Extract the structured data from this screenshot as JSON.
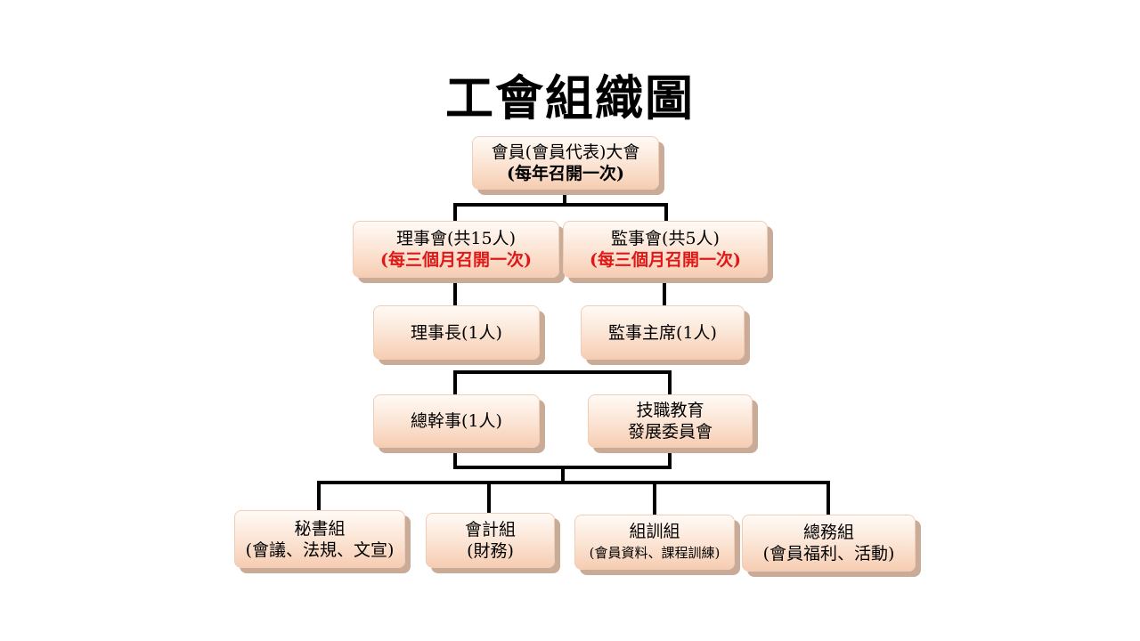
{
  "title": "工會組織圖",
  "nodes": {
    "assembly": {
      "line1": "會員(會員代表)大會",
      "line2": "(每年召開一次)"
    },
    "board": {
      "line1": "理事會(共15人)",
      "line2": "(每三個月召開一次)"
    },
    "supervisors": {
      "line1": "監事會(共5人)",
      "line2": "(每三個月召開一次)"
    },
    "chairman": {
      "line1": "理事長(1人)"
    },
    "chief_supervisor": {
      "line1": "監事主席(1人)"
    },
    "secretary_general": {
      "line1": "總幹事(1人)"
    },
    "vocational": {
      "line1": "技職教育",
      "line2": "發展委員會"
    },
    "secretariat": {
      "line1": "秘書組",
      "line2": "(會議、法規、文宣)"
    },
    "accounting": {
      "line1": "會計組",
      "line2": "(財務)"
    },
    "training": {
      "line1": "組訓組",
      "line2": "(會員資料、課程訓練)"
    },
    "general_affairs": {
      "line1": "總務組",
      "line2": "(會員福利、活動)"
    }
  },
  "colors": {
    "highlight": "#e01818",
    "box_bottom": "#f6cdb2",
    "shadow": "#c9ab98"
  }
}
